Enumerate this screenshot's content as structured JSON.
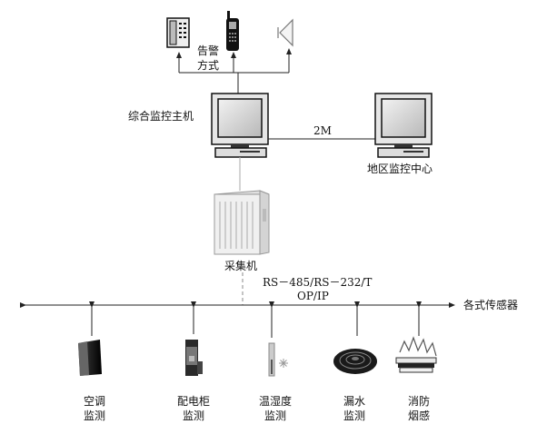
{
  "alarm_methods": {
    "label_line1": "告警",
    "label_line2": "方式",
    "devices": [
      "telephone-icon",
      "mobile-phone-icon",
      "siren-icon"
    ]
  },
  "main_host": {
    "label": "综合监控主机"
  },
  "link": {
    "label": "2M"
  },
  "regional_center": {
    "label": "地区监控中心"
  },
  "collector": {
    "label": "采集机"
  },
  "bus": {
    "protocol_line1": "RS－485/RS－232/T",
    "protocol_line2": "OP/IP",
    "label": "各式传感器"
  },
  "sensors": [
    {
      "line1": "空调",
      "line2": "监测",
      "icon": "air-conditioner-icon"
    },
    {
      "line1": "配电柜",
      "line2": "监测",
      "icon": "power-cabinet-icon"
    },
    {
      "line1": "温湿度",
      "line2": "监测",
      "icon": "thermo-hygrometer-icon"
    },
    {
      "line1": "漏水",
      "line2": "监测",
      "icon": "water-leak-sensor-icon"
    },
    {
      "line1": "消防",
      "line2": "烟感",
      "icon": "smoke-detector-icon"
    }
  ],
  "colors": {
    "line": "#222222",
    "monitor_body": "#e6e6e6",
    "screen": "#cfcfcf",
    "dark": "#1a1a1a"
  }
}
